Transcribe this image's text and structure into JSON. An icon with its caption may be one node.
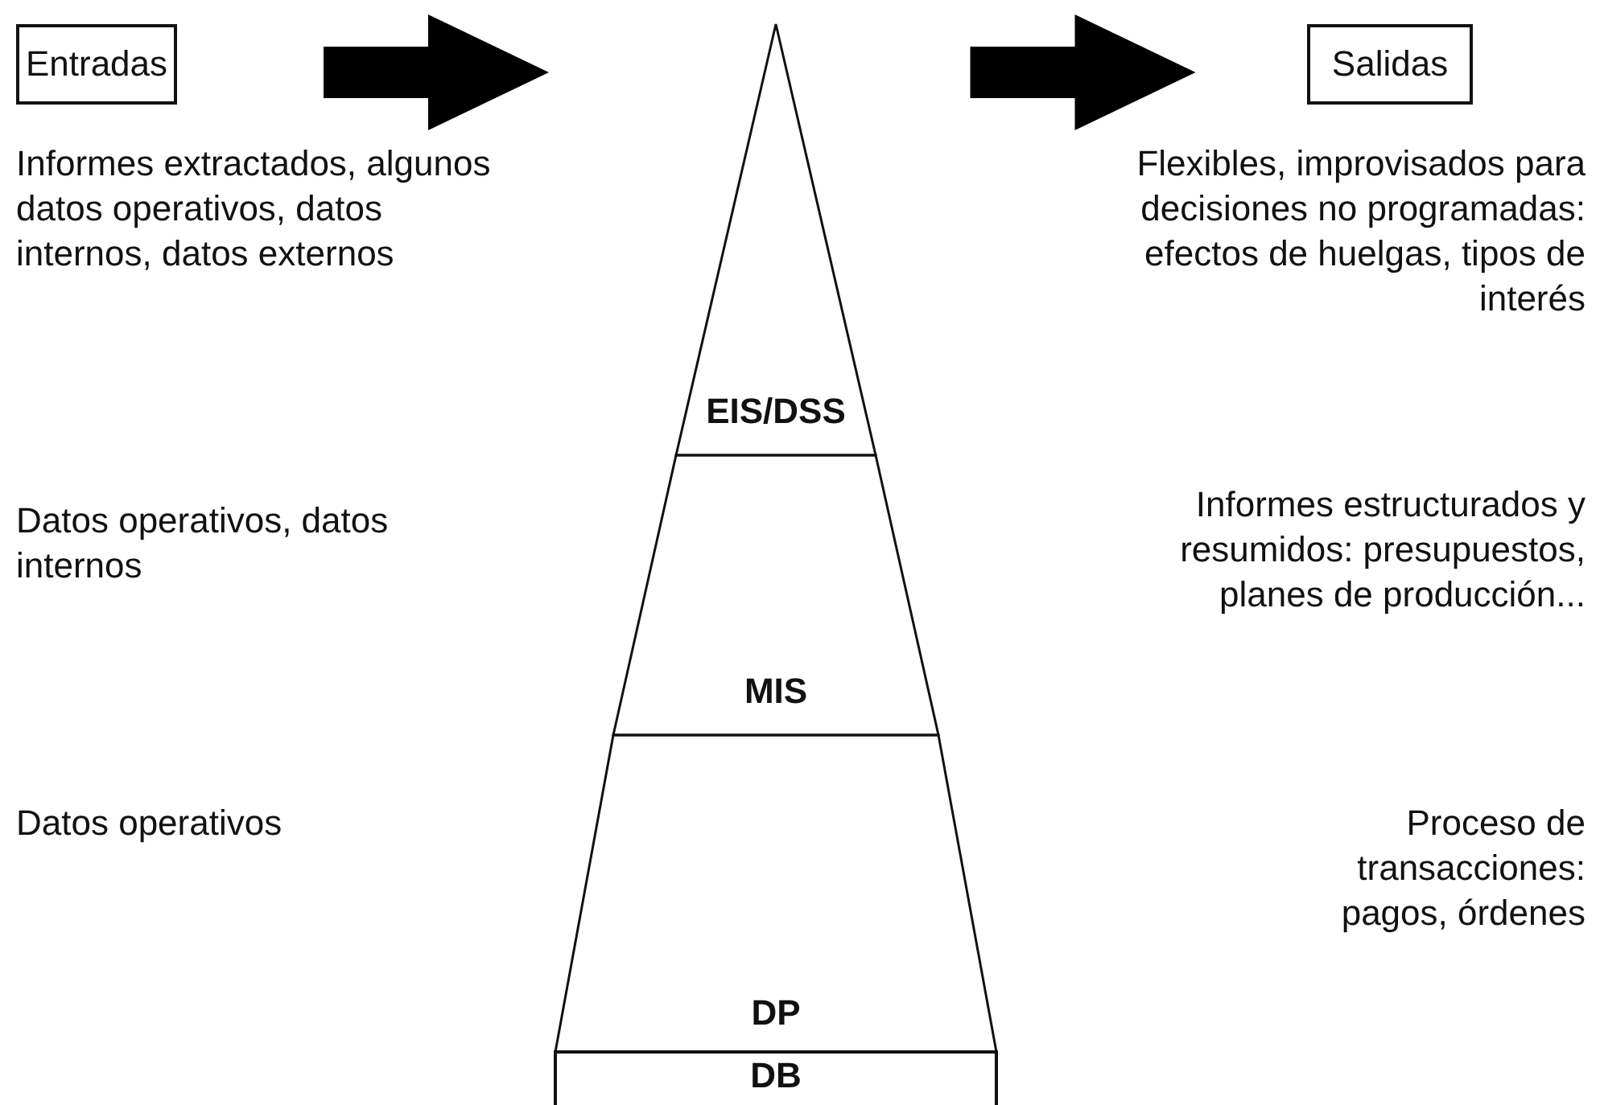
{
  "diagram": {
    "nodes": [
      {
        "text": [
          "Entradas"
        ]
      },
      {
        "text": [
          "Salidas"
        ]
      },
      {
        "text": [
          "EIS/DSS"
        ]
      },
      {
        "text": [
          "MIS"
        ]
      },
      {
        "text": [
          "DP"
        ]
      },
      {
        "text": [
          "DB"
        ]
      }
    ],
    "edges": [
      {
        "from": 0,
        "to": 2,
        "arrow": "to",
        "style": "thick"
      },
      {
        "from": 2,
        "to": 1,
        "arrow": "to",
        "style": "thick"
      }
    ],
    "labels": [
      "Informes extractados, algunos datos operativos, datos internos, datos externos",
      "Flexibles, improvisados para decisiones no programadas: efectos de huelgas, tipos de interés",
      "Datos operativos, datos internos",
      "Informes estructurados y resumidos: presupuestos, planes de producción...",
      "Datos operativos",
      "Proceso de transacciones: pagos, órdenes"
    ]
  }
}
